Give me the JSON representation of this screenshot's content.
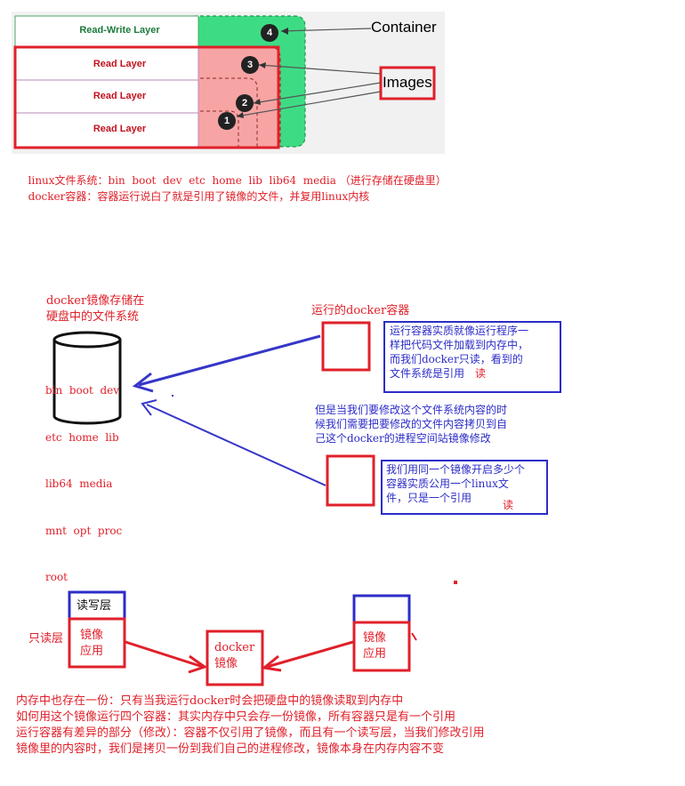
{
  "diagram1": {
    "layers": [
      "Read-Write Layer",
      "Read Layer",
      "Read Layer",
      "Read Layer"
    ],
    "badges": [
      "4",
      "3",
      "2",
      "1"
    ],
    "container_label": "Container",
    "images_label": "Images"
  },
  "notes_top": {
    "line1": "linux文件系统：bin  boot  dev  etc  home  lib  lib64  media （进行存储在硬盘里）",
    "line2": "docker容器：容器运行说白了就是引用了镜像的文件，并复用linux内核"
  },
  "diagram2": {
    "storage_title_1": "docker镜像存储在",
    "storage_title_2": "硬盘中的文件系统",
    "fs_row1": "bin  boot  dev",
    "fs_row2": "etc  home  lib",
    "fs_row3": "lib64  media",
    "fs_row4": "mnt  opt  proc",
    "fs_row5": "root",
    "running_label": "运行的docker容器",
    "box1_lines": [
      "运行容器实质就像运行程序一",
      "样把代码文件加载到内存中，",
      "而我们docker只读，看到的",
      "文件系统是引用"
    ],
    "read1": "读",
    "modify_lines": [
      "但是当我们要修改这个文件系统内容的时",
      "候我们需要把要修改的文件内容拷贝到自",
      "己这个docker的进程空间站镜像修改"
    ],
    "box2_lines": [
      "我们用同一个镜像开启多少个",
      "容器实质公用一个linux文",
      "件，只是一个引用"
    ],
    "read2": "读"
  },
  "diagram3": {
    "rw_layer": "读写层",
    "readonly_layer": "只读层",
    "left_app": [
      "镜像",
      "应用"
    ],
    "center": [
      "docker",
      "镜像"
    ],
    "right_app": [
      "镜像",
      "应用"
    ]
  },
  "notes_bottom": {
    "line1": "内存中也存在一份：只有当我运行docker时会把硬盘中的镜像读取到内存中",
    "line2": "如何用这个镜像运行四个容器：其实内存中只会存一份镜像，所有容器只是有一个引用",
    "line3": "运行容器有差异的部分（修改）：容器不仅引用了镜像，而且有一个读写层，当我们修改引用",
    "line4": "镜像里的内容时，我们是拷贝一份到我们自己的进程修改，镜像本身在内存内容不变"
  },
  "colors": {
    "red": "#e0202a",
    "blue": "#2c2cc8",
    "green": "#3ddc84",
    "pink": "#f6a6a6"
  }
}
